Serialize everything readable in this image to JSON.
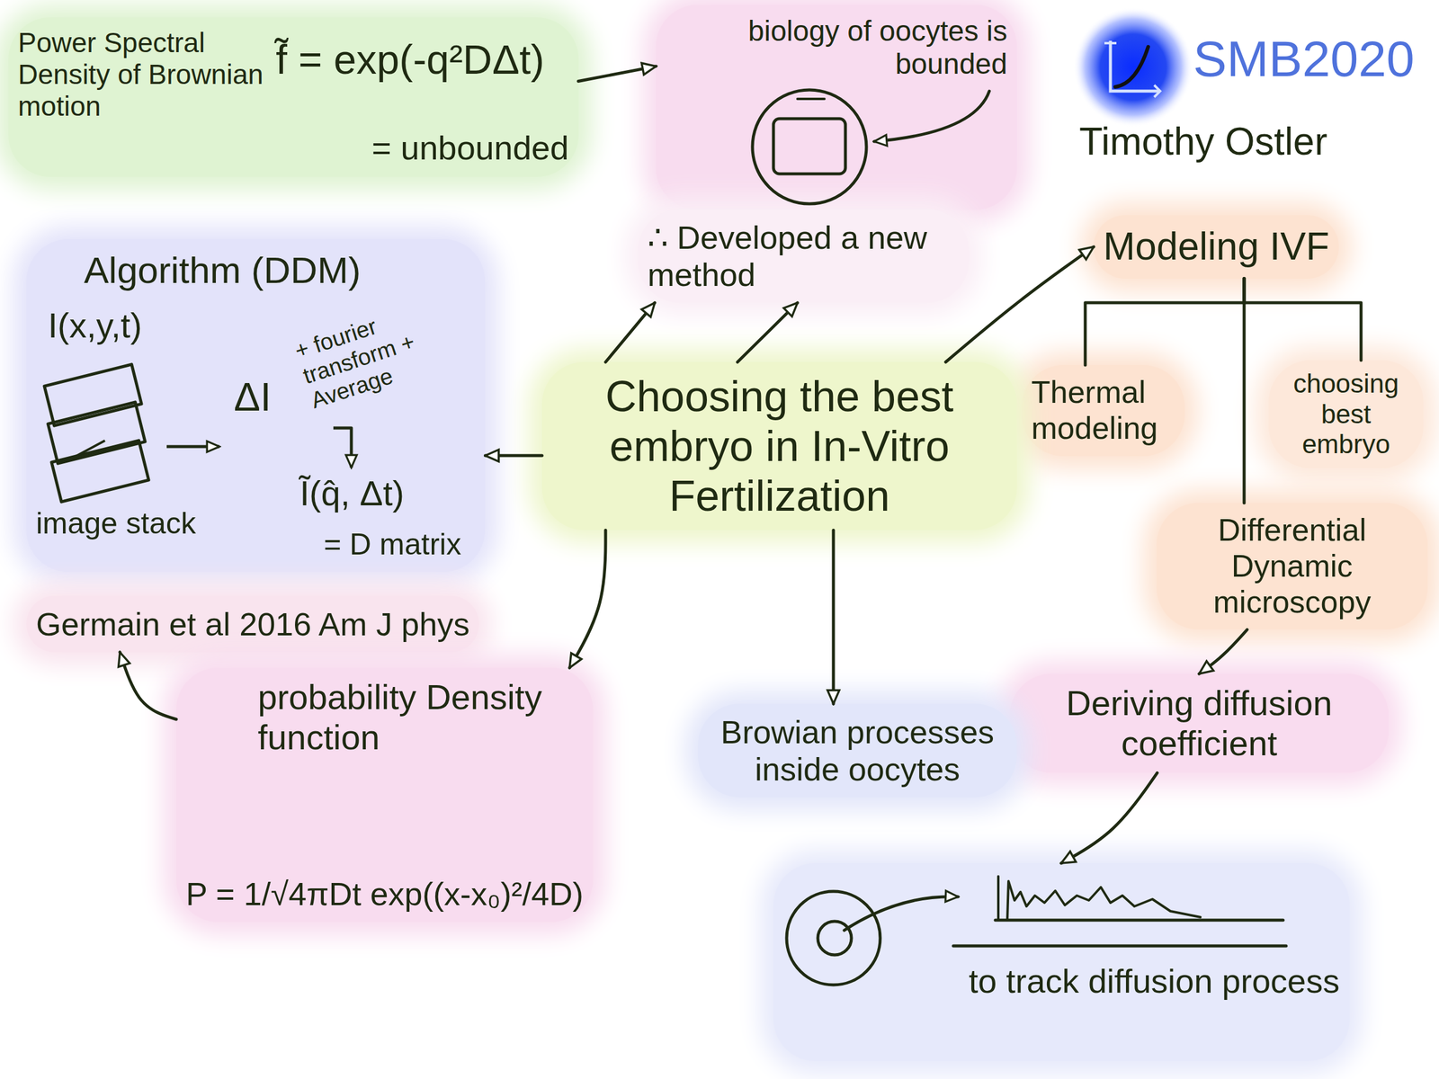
{
  "diagram": {
    "nodes": [
      {
        "text": [
          "Power Spectral Density of Brownian motion",
          "f̃ = exp(-q²DΔt)",
          "= unbounded"
        ]
      },
      {
        "text": [
          "biology of oocytes is bounded"
        ]
      },
      {
        "text": [
          "∴ Developed a new method"
        ]
      },
      {
        "text": [
          "Modeling IVF"
        ]
      },
      {
        "text": [
          "Thermal modeling"
        ]
      },
      {
        "text": [
          "choosing best embryo"
        ]
      },
      {
        "text": [
          "Differential Dynamic microscopy"
        ]
      },
      {
        "text": [
          "Deriving diffusion coefficient"
        ]
      },
      {
        "text": [
          "Choosing the best embryo in In-Vitro Fertilization"
        ]
      },
      {
        "text": [
          "Algorithm (DDM)",
          "I(x,y,t)",
          "ΔI",
          "+ fourier transform + Average",
          "Ĩ(q̂, Δt)",
          "= D matrix",
          "image stack"
        ]
      },
      {
        "text": [
          "Germain et al 2016 Am J phys"
        ]
      },
      {
        "text": [
          "probability Density function",
          "P = 1/√4πDt exp((x-x₀)²/4D)"
        ]
      },
      {
        "text": [
          "Browian processes inside oocytes"
        ]
      },
      {
        "text": [
          "to track diffusion process"
        ]
      }
    ],
    "edges": [
      {
        "from": 0,
        "to": 1,
        "arrow": "to"
      },
      {
        "from": 8,
        "to": 2,
        "arrow": "to"
      },
      {
        "from": 8,
        "to": 2,
        "arrow": "to"
      },
      {
        "from": 8,
        "to": 3,
        "arrow": "to"
      },
      {
        "from": 3,
        "to": 4,
        "arrow": "none"
      },
      {
        "from": 3,
        "to": 5,
        "arrow": "none"
      },
      {
        "from": 3,
        "to": 6,
        "arrow": "none"
      },
      {
        "from": 6,
        "to": 7,
        "arrow": "to"
      },
      {
        "from": 7,
        "to": 13,
        "arrow": "to"
      },
      {
        "from": 8,
        "to": 12,
        "arrow": "to"
      },
      {
        "from": 8,
        "to": 9,
        "arrow": "to"
      },
      {
        "from": 8,
        "to": 11,
        "arrow": "to"
      },
      {
        "from": 11,
        "to": 10,
        "arrow": "to"
      }
    ],
    "labels": [
      "SMB2020",
      "Timothy Ostler"
    ]
  }
}
